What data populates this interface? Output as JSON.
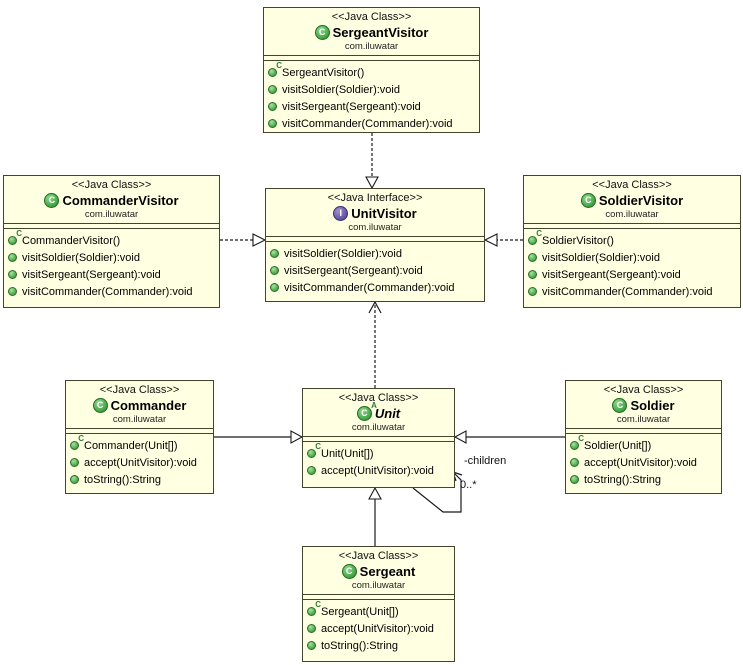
{
  "icons": {
    "class_letter": "C",
    "interface_letter": "I",
    "abstract_marker": "A",
    "constructor_marker": "C"
  },
  "classes": [
    {
      "stereotype": "<<Java Class>>",
      "name": "SergeantVisitor",
      "package": "com.iluwatar",
      "kind": "class",
      "members": [
        {
          "kind": "constructor",
          "label": "SergeantVisitor()"
        },
        {
          "kind": "method",
          "label": "visitSoldier(Soldier):void"
        },
        {
          "kind": "method",
          "label": "visitSergeant(Sergeant):void"
        },
        {
          "kind": "method",
          "label": "visitCommander(Commander):void"
        }
      ]
    },
    {
      "stereotype": "<<Java Class>>",
      "name": "CommanderVisitor",
      "package": "com.iluwatar",
      "kind": "class",
      "members": [
        {
          "kind": "constructor",
          "label": "CommanderVisitor()"
        },
        {
          "kind": "method",
          "label": "visitSoldier(Soldier):void"
        },
        {
          "kind": "method",
          "label": "visitSergeant(Sergeant):void"
        },
        {
          "kind": "method",
          "label": "visitCommander(Commander):void"
        }
      ]
    },
    {
      "stereotype": "<<Java Interface>>",
      "name": "UnitVisitor",
      "package": "com.iluwatar",
      "kind": "interface",
      "members": [
        {
          "kind": "method",
          "label": "visitSoldier(Soldier):void"
        },
        {
          "kind": "method",
          "label": "visitSergeant(Sergeant):void"
        },
        {
          "kind": "method",
          "label": "visitCommander(Commander):void"
        }
      ]
    },
    {
      "stereotype": "<<Java Class>>",
      "name": "SoldierVisitor",
      "package": "com.iluwatar",
      "kind": "class",
      "members": [
        {
          "kind": "constructor",
          "label": "SoldierVisitor()"
        },
        {
          "kind": "method",
          "label": "visitSoldier(Soldier):void"
        },
        {
          "kind": "method",
          "label": "visitSergeant(Sergeant):void"
        },
        {
          "kind": "method",
          "label": "visitCommander(Commander):void"
        }
      ]
    },
    {
      "stereotype": "<<Java Class>>",
      "name": "Commander",
      "package": "com.iluwatar",
      "kind": "class",
      "members": [
        {
          "kind": "constructor",
          "label": "Commander(Unit[])"
        },
        {
          "kind": "method",
          "label": "accept(UnitVisitor):void"
        },
        {
          "kind": "method",
          "label": "toString():String"
        }
      ]
    },
    {
      "stereotype": "<<Java Class>>",
      "name": "Unit",
      "package": "com.iluwatar",
      "kind": "abstract-class",
      "members": [
        {
          "kind": "constructor",
          "label": "Unit(Unit[])"
        },
        {
          "kind": "method",
          "label": "accept(UnitVisitor):void"
        }
      ]
    },
    {
      "stereotype": "<<Java Class>>",
      "name": "Soldier",
      "package": "com.iluwatar",
      "kind": "class",
      "members": [
        {
          "kind": "constructor",
          "label": "Soldier(Unit[])"
        },
        {
          "kind": "method",
          "label": "accept(UnitVisitor):void"
        },
        {
          "kind": "method",
          "label": "toString():String"
        }
      ]
    },
    {
      "stereotype": "<<Java Class>>",
      "name": "Sergeant",
      "package": "com.iluwatar",
      "kind": "class",
      "members": [
        {
          "kind": "constructor",
          "label": "Sergeant(Unit[])"
        },
        {
          "kind": "method",
          "label": "accept(UnitVisitor):void"
        },
        {
          "kind": "method",
          "label": "toString():String"
        }
      ]
    }
  ],
  "edges": [
    {
      "from": "SergeantVisitor",
      "to": "UnitVisitor",
      "type": "realization"
    },
    {
      "from": "CommanderVisitor",
      "to": "UnitVisitor",
      "type": "realization"
    },
    {
      "from": "SoldierVisitor",
      "to": "UnitVisitor",
      "type": "realization"
    },
    {
      "from": "Unit",
      "to": "UnitVisitor",
      "type": "dependency"
    },
    {
      "from": "Commander",
      "to": "Unit",
      "type": "generalization"
    },
    {
      "from": "Soldier",
      "to": "Unit",
      "type": "generalization"
    },
    {
      "from": "Sergeant",
      "to": "Unit",
      "type": "generalization"
    },
    {
      "from": "Unit",
      "to": "Unit",
      "type": "association",
      "label": "-children",
      "multiplicity": "0..*"
    }
  ],
  "colors": {
    "box_fill": "#ffffe1",
    "box_border": "#44442e",
    "class_icon_green": "#3d9e3d",
    "interface_icon_purple": "#5b4e9e",
    "line": "#1a1a1a"
  }
}
